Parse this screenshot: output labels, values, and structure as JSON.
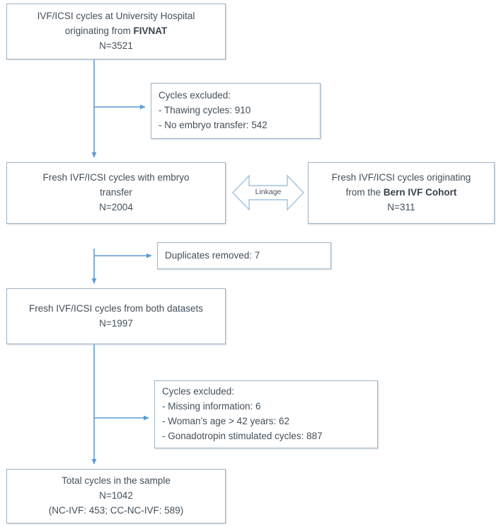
{
  "diagram": {
    "title": "IVF/ICSI study sample flow diagram",
    "colors": {
      "box_border": "#9fb4c7",
      "arrow": "#5b9bd5",
      "text": "#434f5a",
      "background": "#ffffff"
    }
  },
  "boxes": {
    "source_fivnat": {
      "line1": "IVF/ICSI cycles at University Hospital",
      "line2_prefix": "originating from ",
      "line2_bold": "FIVNAT",
      "line3": "N=3521"
    },
    "excluded_1": {
      "line1": "Cycles excluded:",
      "line2": "- Thawing cycles: 910",
      "line3": "- No embryo transfer: 542"
    },
    "fresh_with_transfer": {
      "line1": "Fresh IVF/ICSI cycles with embryo",
      "line2": "transfer",
      "line3": "N=2004"
    },
    "bern_cohort": {
      "line1": "Fresh IVF/ICSI cycles originating",
      "line2_prefix": "from the ",
      "line2_bold": "Bern IVF Cohort",
      "line3": "N=311"
    },
    "duplicates": {
      "line1": "Duplicates removed: 7"
    },
    "both_datasets": {
      "line1": "Fresh IVF/ICSI cycles from both datasets",
      "line2": "N=1997"
    },
    "excluded_2": {
      "line1": "Cycles excluded:",
      "line2": "- Missing information: 6",
      "line3": "- Woman’s age > 42 years: 62",
      "line4": "- Gonadotropin stimulated cycles: 887"
    },
    "total_sample": {
      "line1": "Total cycles in the sample",
      "line2": "N=1042",
      "line3": "(NC-IVF: 453; CC-NC-IVF: 589)"
    }
  },
  "connectors": {
    "linkage_label": "Linkage"
  }
}
